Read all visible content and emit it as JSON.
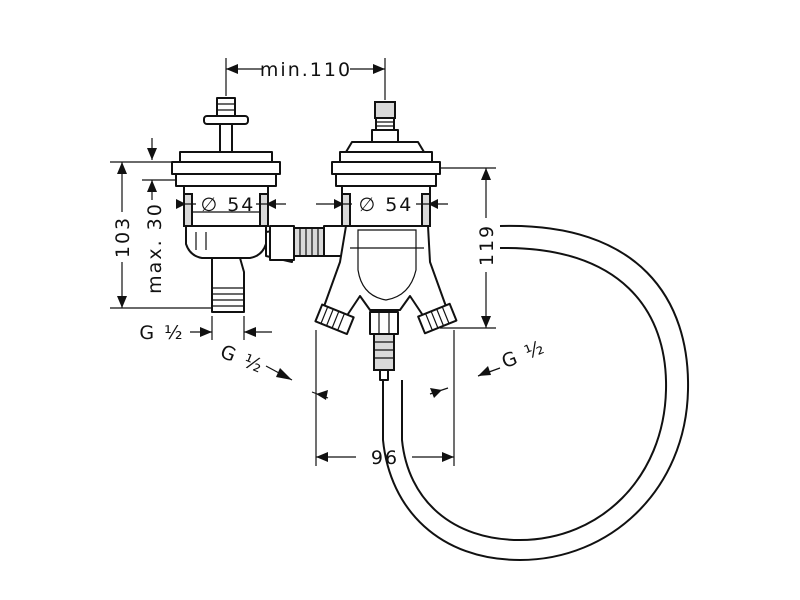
{
  "dimensions": {
    "min_spacing": "min.110",
    "left_diameter": "∅ 54",
    "right_diameter": "∅ 54",
    "overall_height": "103",
    "max_depth": "max. 30",
    "right_height": "119",
    "outlet_spacing": "96",
    "thread_left": "G ½",
    "thread_middle": "G ½",
    "thread_right": "G ½"
  }
}
